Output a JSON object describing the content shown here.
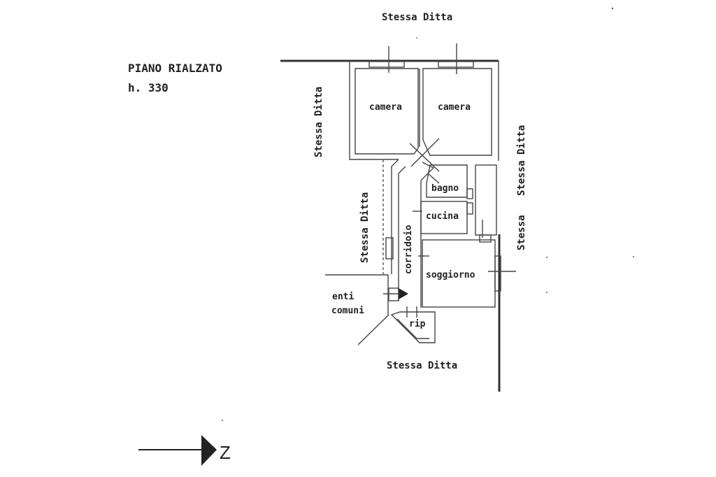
{
  "header": {
    "title": "PIANO RIALZATO",
    "height": "h. 330"
  },
  "neighbors": {
    "top": "Stessa  Ditta",
    "left_upper": "Stessa  Ditta",
    "left_lower": "Stessa  Ditta",
    "right_upper": "Stessa  Ditta",
    "right_lower": "Stessa",
    "bottom": "Stessa    Ditta"
  },
  "rooms": {
    "camera_1": "camera",
    "camera_2": "camera",
    "bagno": "bagno",
    "cucina": "cucina",
    "corridoio": "corridoio",
    "soggiorno": "soggiorno",
    "rip": "rip"
  },
  "common": {
    "line1": "enti",
    "line2": "comuni"
  },
  "compass": {
    "label": "Z"
  }
}
